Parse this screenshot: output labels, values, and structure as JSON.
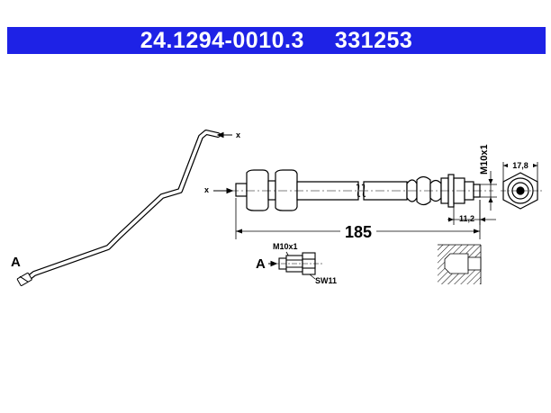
{
  "header": {
    "part_number": "24.1294-0010.3",
    "ref_number": "331253",
    "background": "#1e22e6",
    "text_color": "#ffffff"
  },
  "drawing": {
    "labels": {
      "axis_x_top": "x",
      "axis_x_mid": "x",
      "detail_a_main": "A",
      "detail_a_small": "A",
      "thread_vertical": "M10x1",
      "thread_detail": "M10x1",
      "wrench_size": "SW11",
      "length": "185",
      "fitting_length": "11,2",
      "hex_width": "17,8"
    }
  }
}
